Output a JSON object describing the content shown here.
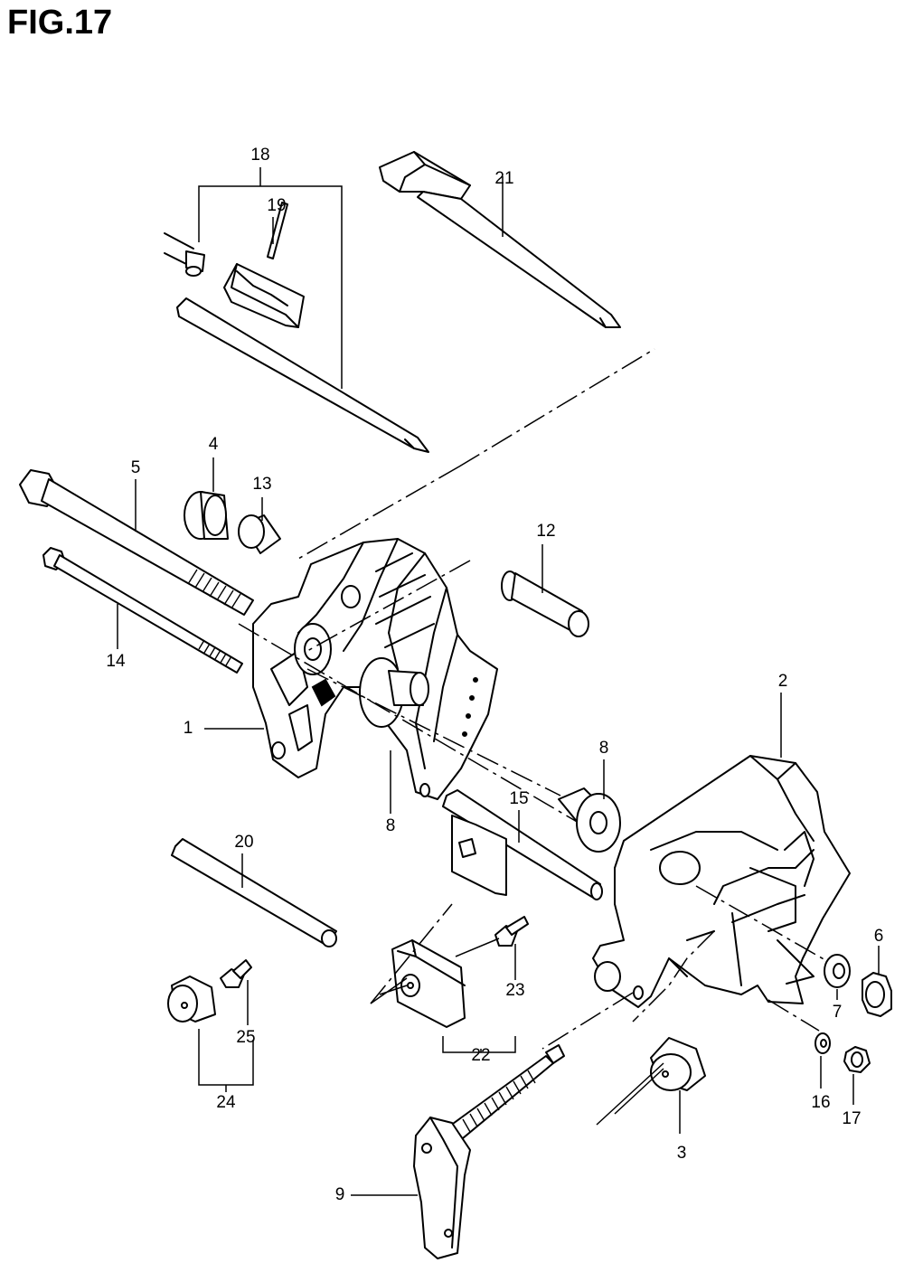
{
  "figure": {
    "title": "FIG.17"
  },
  "callouts": {
    "c1": "1",
    "c2": "2",
    "c3": "3",
    "c4": "4",
    "c5": "5",
    "c6": "6",
    "c7": "7",
    "c8a": "8",
    "c8b": "8",
    "c9": "9",
    "c12": "12",
    "c13": "13",
    "c14": "14",
    "c15": "15",
    "c16": "16",
    "c17": "17",
    "c18": "18",
    "c19": "19",
    "c20": "20",
    "c21": "21",
    "c22": "22",
    "c23": "23",
    "c24": "24",
    "c25": "25"
  }
}
